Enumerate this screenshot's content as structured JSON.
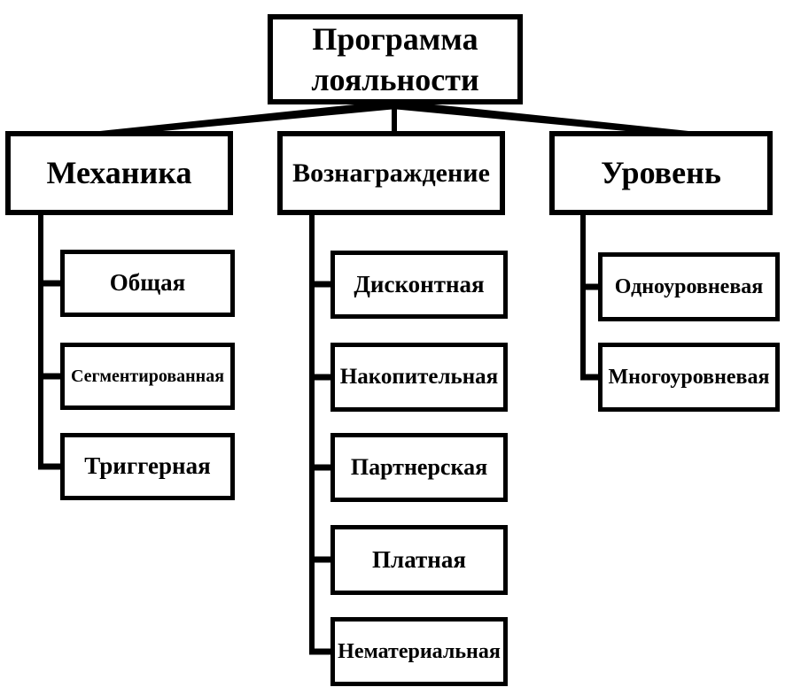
{
  "diagram": {
    "title": "Программа лояльности",
    "root": {
      "label": "Программа лояльности"
    },
    "branches": [
      {
        "label": "Механика",
        "children": [
          "Общая",
          "Сегментированная",
          "Триггерная"
        ]
      },
      {
        "label": "Вознаграждение",
        "children": [
          "Дисконтная",
          "Накопительная",
          "Партнерская",
          "Платная",
          "Нематериальная"
        ]
      },
      {
        "label": "Уровень",
        "children": [
          "Одноуровневая",
          "Многоуровневая"
        ]
      }
    ],
    "colors": {
      "background": "#ffffff",
      "box_fill": "#ffffff",
      "box_border": "#000000",
      "connector": "#000000",
      "text": "#000000"
    }
  }
}
